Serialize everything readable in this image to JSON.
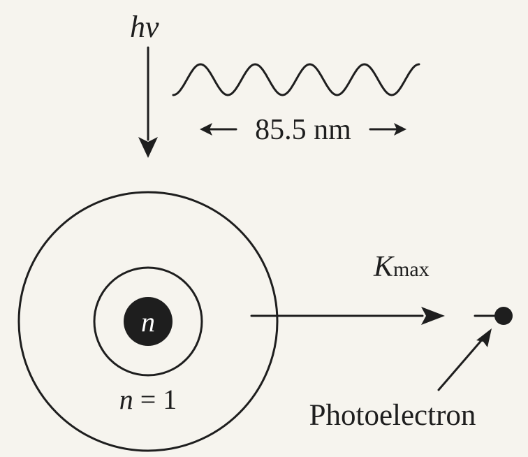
{
  "photon": {
    "symbol": "hν",
    "wavelength_label": "85.5 nm"
  },
  "atom": {
    "nucleus_label": "n",
    "level_label": "n = 1"
  },
  "electron": {
    "energy_symbol": "K",
    "energy_subscript": "max",
    "label": "Photoelectron"
  },
  "colors": {
    "ink": "#1e1e1e",
    "background": "#f6f4ee",
    "nucleus_text": "#ffffff"
  }
}
